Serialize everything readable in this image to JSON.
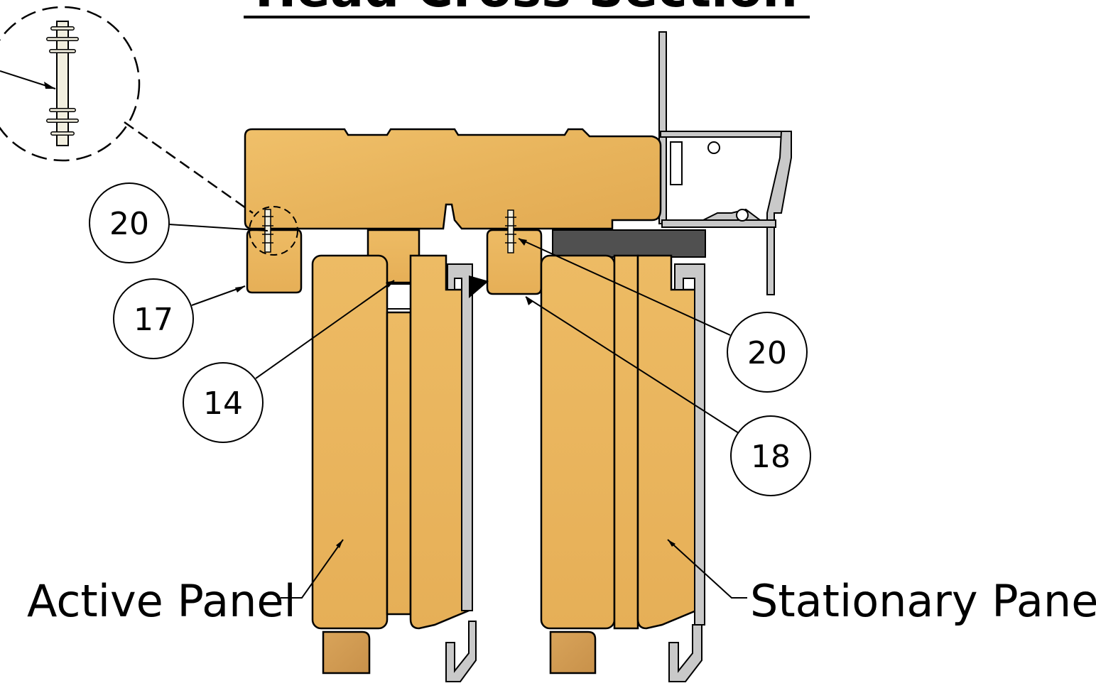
{
  "title": "Head Cross Section",
  "callouts": [
    {
      "id": "c20a",
      "label": "20"
    },
    {
      "id": "c17",
      "label": "17"
    },
    {
      "id": "c14",
      "label": "14"
    },
    {
      "id": "c20b",
      "label": "20"
    },
    {
      "id": "c18",
      "label": "18"
    }
  ],
  "panel_labels": {
    "active": "Active Panel",
    "stationary": "Stationary Panel"
  },
  "colors": {
    "wood": "#E8B45C",
    "wood_dark": "#D4A048",
    "aluminum": "#A8A8A8",
    "weatherstrip": "#505050",
    "seal": "#F2EFDF",
    "line": "#000000"
  }
}
